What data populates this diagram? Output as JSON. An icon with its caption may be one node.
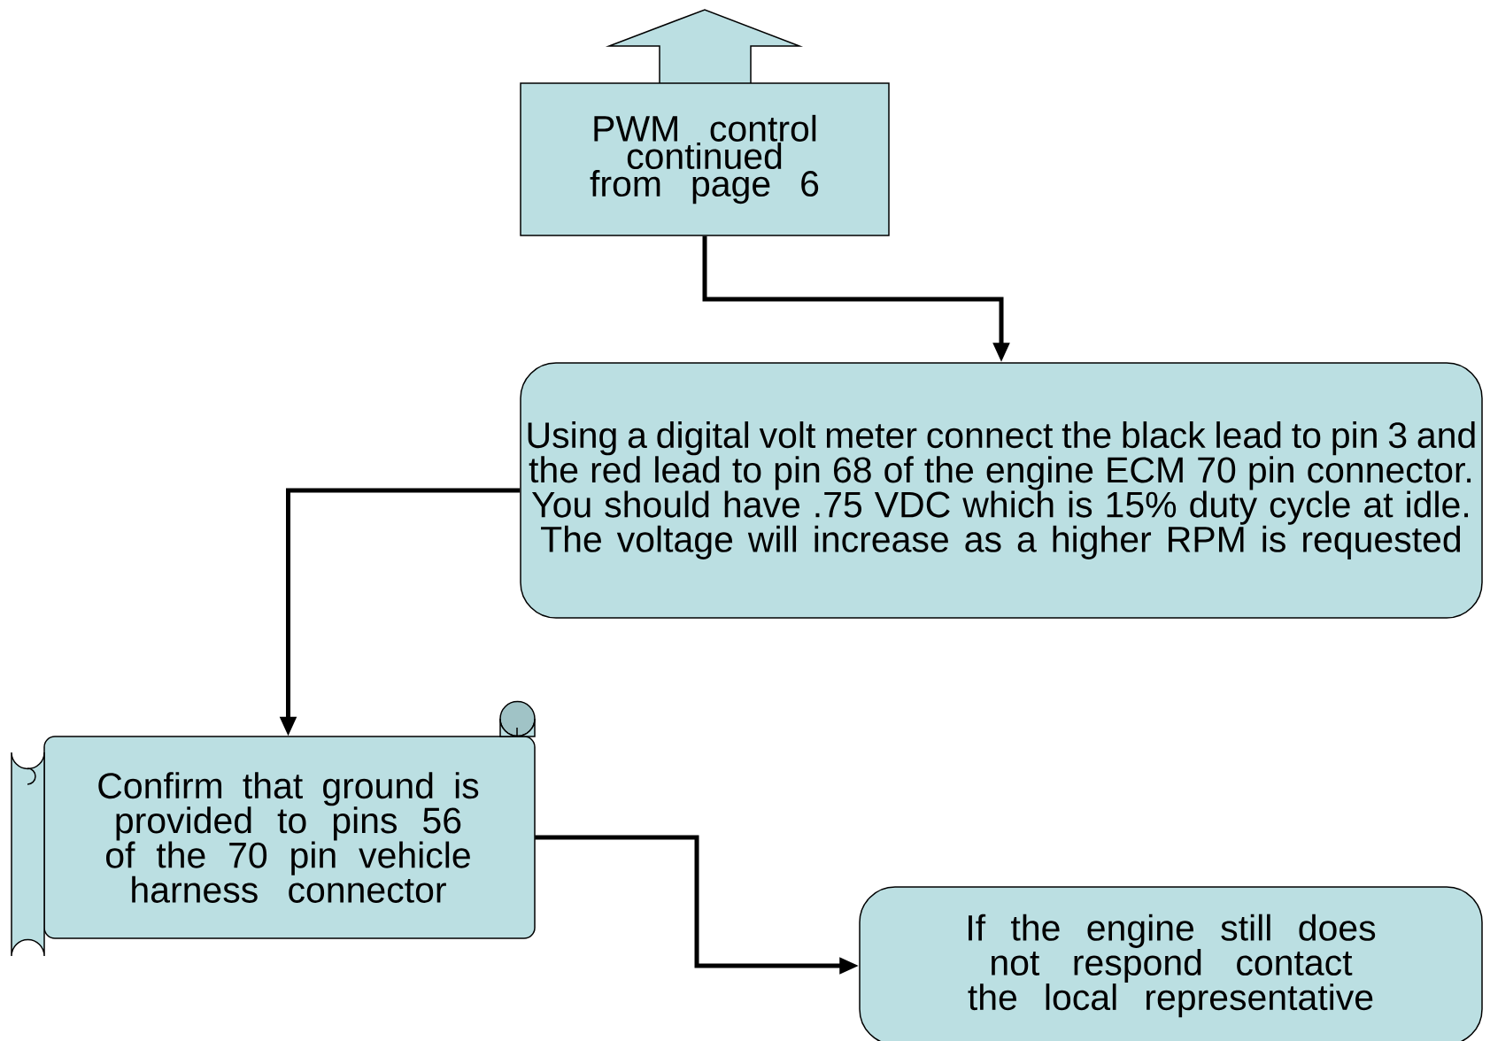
{
  "diagram": {
    "nodes": [
      {
        "text": [
          "PWM control continued from page 6"
        ]
      },
      {
        "text": [
          "Using a digital volt meter connect the black lead to pin 3 and the red lead to pin 68 of the engine ECM 70 pin connector.  You should have .75 VDC which is 15% duty cycle at idle. The voltage will increase as a higher RPM is requested"
        ]
      },
      {
        "text": [
          "Confirm that ground is provided to pins 56 of the 70 pin vehicle harness connector"
        ]
      },
      {
        "text": [
          "If the engine still does not respond contact the local representative"
        ]
      }
    ],
    "edges": [
      {
        "from": 0,
        "to": 1,
        "arrow": "to"
      },
      {
        "from": 1,
        "to": 2,
        "arrow": "to"
      },
      {
        "from": 2,
        "to": 3,
        "arrow": "to"
      }
    ]
  }
}
